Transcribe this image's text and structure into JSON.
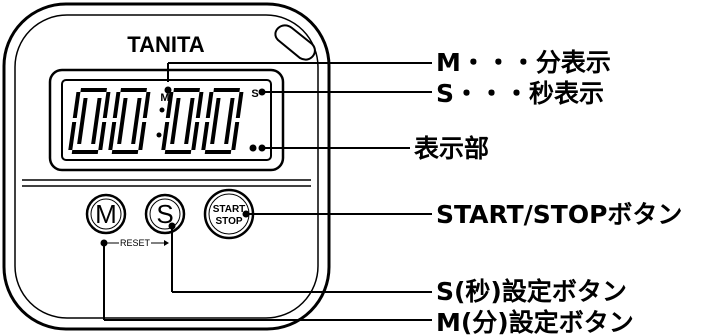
{
  "device": {
    "brand": "TANITA",
    "display_digits": [
      "0",
      "0",
      "0",
      "0"
    ],
    "minute_indicator": "M",
    "second_indicator": "S",
    "buttons": {
      "minute": "M",
      "second": "S",
      "start_stop_line1": "START",
      "start_stop_line2": "STOP",
      "reset": "RESET"
    }
  },
  "callouts": [
    {
      "id": "minute-display",
      "label": "M・・・分表示"
    },
    {
      "id": "second-display",
      "label": "S・・・秒表示"
    },
    {
      "id": "display",
      "label": "表示部"
    },
    {
      "id": "start-stop",
      "label": "START/STOPボタン"
    },
    {
      "id": "second-set",
      "label": "S(秒)設定ボタン"
    },
    {
      "id": "minute-set",
      "label": "M(分)設定ボタン"
    }
  ]
}
